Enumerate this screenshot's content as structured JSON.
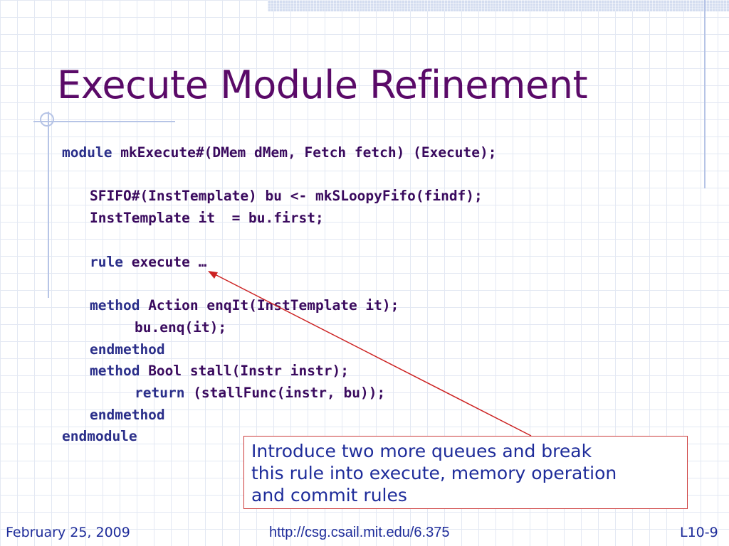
{
  "slide": {
    "title": "Execute Module Refinement",
    "code_lines": [
      {
        "kw": "module",
        "text": " mkExecute#(DMem dMem, Fetch fetch) (Execute);"
      },
      {
        "kw": "",
        "text": "SFIFO#(InstTemplate) bu <- mkSLoopyFifo(findf);"
      },
      {
        "kw": "",
        "text": "InstTemplate it  = bu.first;"
      },
      {
        "kw": "rule",
        "text": " execute …"
      },
      {
        "kw": "method",
        "text": " Action enqIt(InstTemplate it);"
      },
      {
        "kw": "",
        "text": "bu.enq(it);"
      },
      {
        "kw": "endmethod",
        "text": ""
      },
      {
        "kw": "method",
        "text": " Bool stall(Instr instr);"
      },
      {
        "kw": "return",
        "text": " (stallFunc(instr, bu));"
      },
      {
        "kw": "endmethod",
        "text": ""
      },
      {
        "kw": "endmodule",
        "text": ""
      }
    ],
    "callout_lines": [
      "Introduce two more queues and break",
      "this rule into  execute, memory operation",
      "and commit rules"
    ]
  },
  "footer": {
    "date": "February 25, 2009",
    "url": "http://csg.csail.mit.edu/6.375",
    "page": "L10-9"
  },
  "colors": {
    "title": "#5a0a68",
    "code_text": "#3a0a5e",
    "code_keyword": "#2b2f8a",
    "callout_text": "#1e2c9a",
    "callout_border": "#cc3b3b",
    "arrow": "#cc2222",
    "footer_text": "#1e2c9a"
  }
}
